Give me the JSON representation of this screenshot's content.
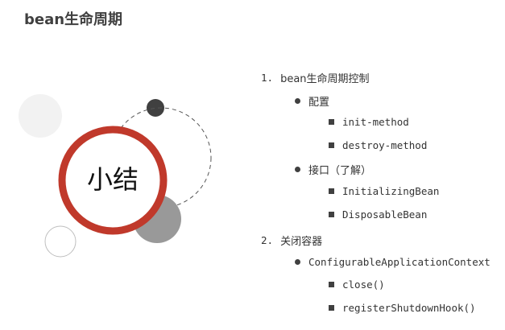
{
  "title": "bean生命周期",
  "badge": "小结",
  "outline": {
    "item1": {
      "number": "1.",
      "label": "bean生命周期控制",
      "sub1": {
        "label": "配置",
        "items": [
          "init-method",
          "destroy-method"
        ]
      },
      "sub2": {
        "label": "接口（了解）",
        "items": [
          "InitializingBean",
          "DisposableBean"
        ]
      }
    },
    "item2": {
      "number": "2.",
      "label": "关闭容器",
      "sub1": {
        "label": "ConfigurableApplicationContext",
        "items": [
          "close()",
          "registerShutdownHook()"
        ]
      }
    }
  },
  "colors": {
    "ring": "#c0392b",
    "dark_circle": "#404040",
    "gray_circle": "#999999",
    "light_circle": "#f2f2f2"
  }
}
